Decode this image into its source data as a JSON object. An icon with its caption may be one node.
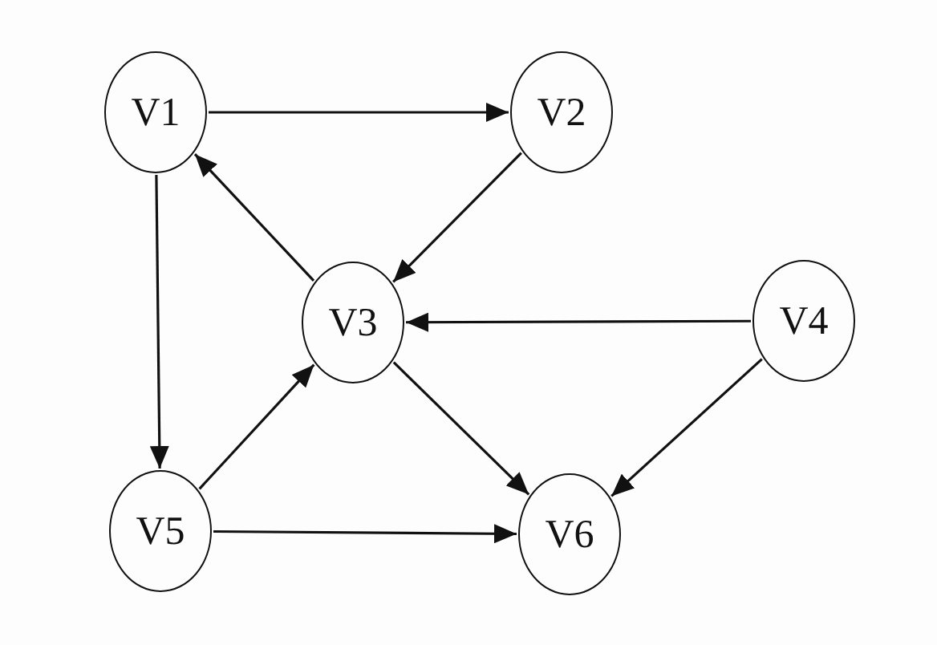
{
  "diagram": {
    "nodes": [
      {
        "text": [
          "V1"
        ]
      },
      {
        "text": [
          "V2"
        ]
      },
      {
        "text": [
          "V3"
        ]
      },
      {
        "text": [
          "V4"
        ]
      },
      {
        "text": [
          "V5"
        ]
      },
      {
        "text": [
          "V6"
        ]
      }
    ],
    "edges": [
      {
        "from": 0,
        "to": 1,
        "arrow": "to"
      },
      {
        "from": 1,
        "to": 2,
        "arrow": "to"
      },
      {
        "from": 2,
        "to": 0,
        "arrow": "to"
      },
      {
        "from": 0,
        "to": 4,
        "arrow": "to"
      },
      {
        "from": 4,
        "to": 2,
        "arrow": "to"
      },
      {
        "from": 3,
        "to": 2,
        "arrow": "to"
      },
      {
        "from": 2,
        "to": 5,
        "arrow": "to"
      },
      {
        "from": 3,
        "to": 5,
        "arrow": "to"
      },
      {
        "from": 4,
        "to": 5,
        "arrow": "to"
      }
    ]
  }
}
